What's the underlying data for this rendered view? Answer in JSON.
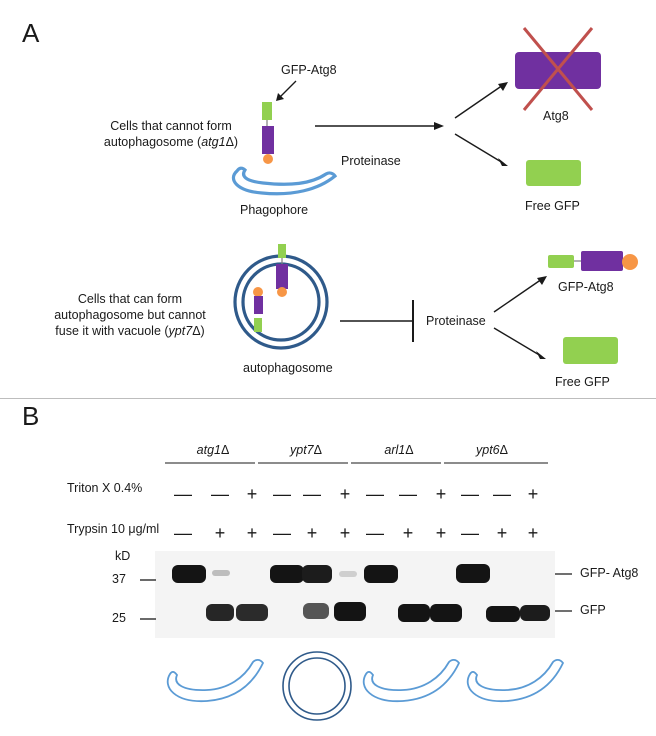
{
  "panel_a": {
    "letter": "A",
    "gfp_atg8_label": "GFP-Atg8",
    "cells_no_autophagosome": [
      "Cells that cannot form",
      "autophagosome (",
      "atg1",
      "Δ)"
    ],
    "phagophore_label": "Phagophore",
    "proteinase_top": "Proteinase",
    "atg8_label": "Atg8",
    "free_gfp_top": "Free GFP",
    "cells_no_fusion": [
      "Cells that can form",
      "autophagosome but cannot",
      "fuse it with vacuole (",
      "ypt7",
      "Δ)"
    ],
    "autophagosome_label": "autophagosome",
    "proteinase_bottom": "Proteinase",
    "gfp_atg8_product": "GFP-Atg8",
    "free_gfp_bottom": "Free GFP",
    "colors": {
      "gfp": "#92d050",
      "atg8": "#7030a0",
      "tag": "#f79646",
      "membrane": "#5b9bd5",
      "cross": "#c0504d"
    }
  },
  "panel_b": {
    "letter": "B",
    "strains": [
      {
        "name": "atg1",
        "suffix": "Δ"
      },
      {
        "name": "ypt7",
        "suffix": "Δ"
      },
      {
        "name": "arl1",
        "suffix": "Δ"
      },
      {
        "name": "ypt6",
        "suffix": "Δ"
      }
    ],
    "triton_label": "Triton X 0.4%",
    "trypsin_label": "Trypsin  10 μg/ml",
    "triton_signs": [
      "—",
      "—",
      "+",
      "—",
      "—",
      "+",
      "—",
      "—",
      "+",
      "—",
      "—",
      "+"
    ],
    "trypsin_signs": [
      "—",
      "+",
      "+",
      "—",
      "+",
      "+",
      "—",
      "+",
      "+",
      "—",
      "+",
      "+"
    ],
    "kd_label": "kD",
    "marker_37": "37",
    "marker_25": "25",
    "band_gfp_atg8": "GFP- Atg8",
    "band_gfp": "GFP",
    "membrane_shapes": [
      "phagophore",
      "autophagosome",
      "phagophore",
      "phagophore"
    ]
  }
}
